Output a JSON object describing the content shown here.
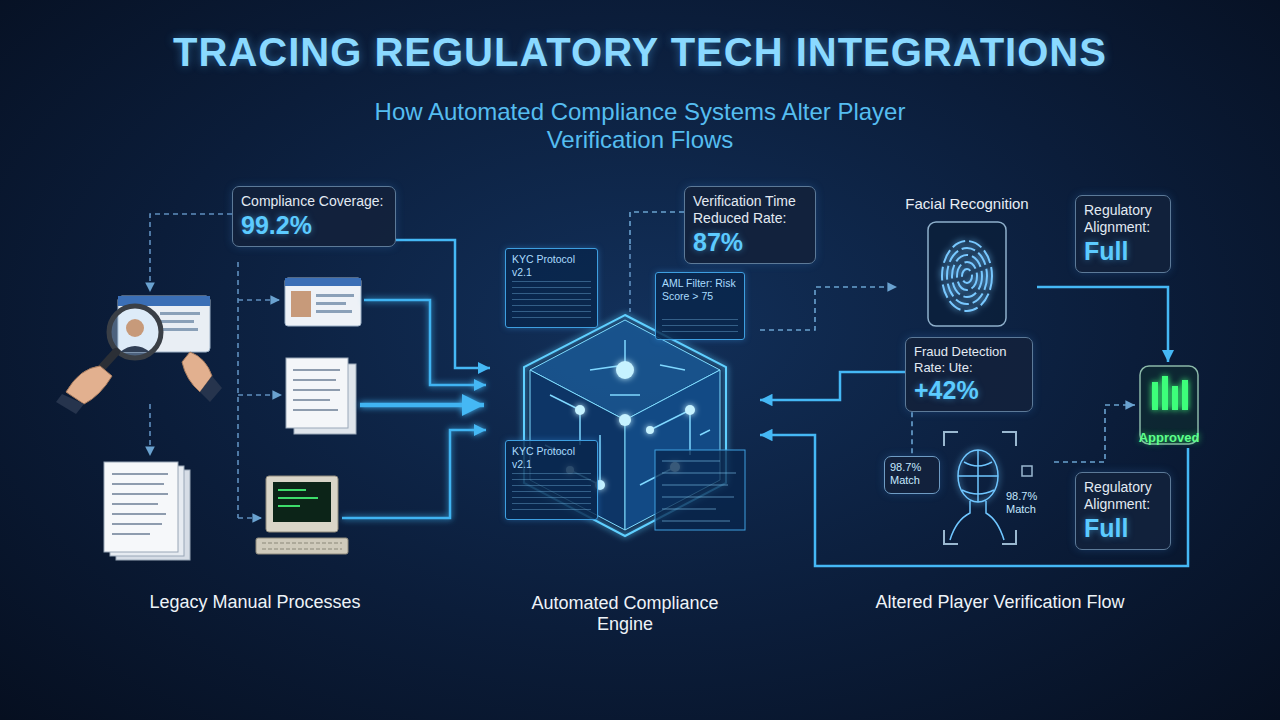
{
  "diagram": {
    "title": "TRACING REGULATORY TECH INTEGRATIONS",
    "nodes": [
      {
        "text": [
          "Compliance Coverage:",
          "99.2%"
        ]
      },
      {
        "text": [
          "Automated Compliance Engine"
        ]
      },
      {
        "text": [
          "KYC Protocol v2.1"
        ],
        "in": 1
      },
      {
        "text": [
          "AML Filter: Risk Score > 75"
        ],
        "in": 1
      },
      {
        "text": [
          "KYC Protocol v2.1"
        ],
        "in": 1
      },
      {
        "text": [
          "Verification Time Reduced Rate:",
          "87%"
        ]
      },
      {
        "text": [
          "Facial Recognition"
        ]
      },
      {
        "text": [
          "Regulatory Alignment:",
          "Full"
        ]
      },
      {
        "text": [
          "Fraud Detection Rate: Ute:",
          "+42%"
        ]
      },
      {
        "text": [
          "98.7% Match"
        ]
      },
      {
        "text": [
          "98.7% Match"
        ]
      },
      {
        "text": [
          "Approved"
        ]
      },
      {
        "text": [
          "Regulatory Alignment:",
          "Full"
        ]
      }
    ],
    "edges": [
      {
        "from": 0,
        "to": 1,
        "arrow": "to"
      },
      {
        "from": 5,
        "to": 1,
        "arrow": "none"
      },
      {
        "from": 1,
        "to": 6,
        "arrow": "to"
      },
      {
        "from": 8,
        "to": 1,
        "arrow": "to"
      },
      {
        "from": 6,
        "to": 11,
        "arrow": "to"
      },
      {
        "from": 10,
        "to": 11,
        "arrow": "to"
      },
      {
        "from": 11,
        "to": 1,
        "arrow": "to"
      },
      {
        "from": 8,
        "to": 9,
        "arrow": "none"
      }
    ],
    "labels": [
      "How Automated Compliance Systems Alter Player Verification Flows",
      "Legacy Manual Processes",
      "Altered Player Verification Flow"
    ]
  }
}
